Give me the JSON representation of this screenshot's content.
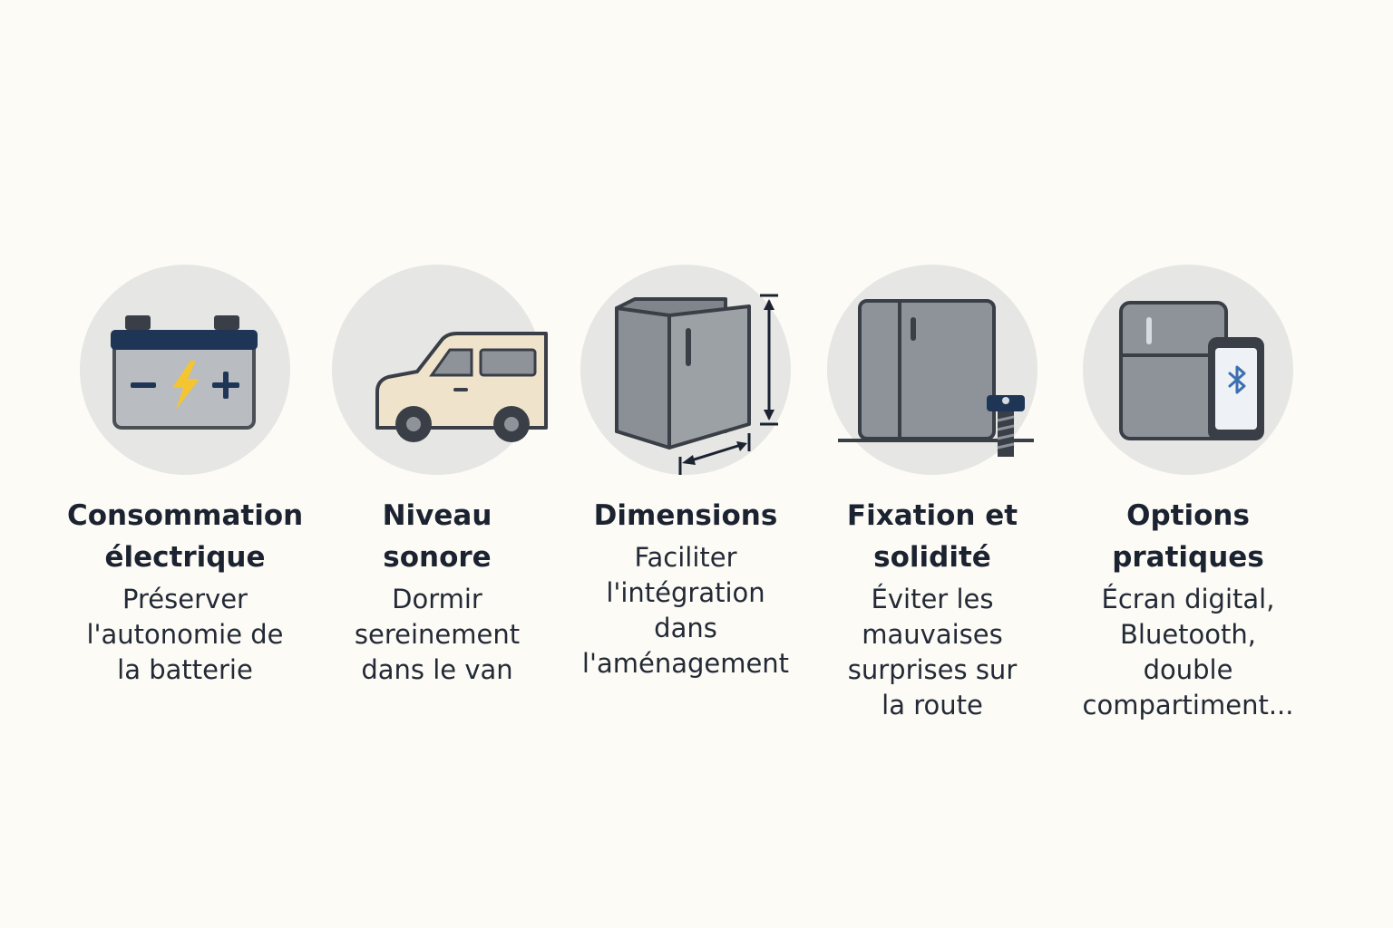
{
  "items": [
    {
      "icon": "battery-icon",
      "title": [
        "Consommation",
        "électrique"
      ],
      "desc": [
        "Préserver",
        "l'autonomie  de",
        "la batterie"
      ]
    },
    {
      "icon": "van-night-icon",
      "title": [
        "Niveau",
        "sonore"
      ],
      "desc": [
        "Dormir",
        "sereinement",
        "dans le van"
      ]
    },
    {
      "icon": "fridge-dimensions-icon",
      "title": [
        "Dimensions"
      ],
      "desc": [
        "Faciliter",
        "l'intégration",
        "dans",
        "l'aménagement"
      ]
    },
    {
      "icon": "fridge-screw-icon",
      "title": [
        "Fixation et",
        "solidité"
      ],
      "desc": [
        "Éviter les",
        "mauvaises",
        "surprises  sur",
        "la route"
      ]
    },
    {
      "icon": "fridge-bluetooth-icon",
      "title": [
        "Options",
        "pratiques"
      ],
      "desc": [
        "Écran digital,",
        "Bluetooth,",
        "double",
        "compartiment..."
      ]
    }
  ],
  "colors": {
    "background": "#fdfbf6",
    "circle": "#e6e6e4",
    "navy": "#1f3556",
    "steel": "#8d9399",
    "bolt": "#f4c531",
    "van": "#efe3cc",
    "bluetooth": "#3b6fb0"
  }
}
